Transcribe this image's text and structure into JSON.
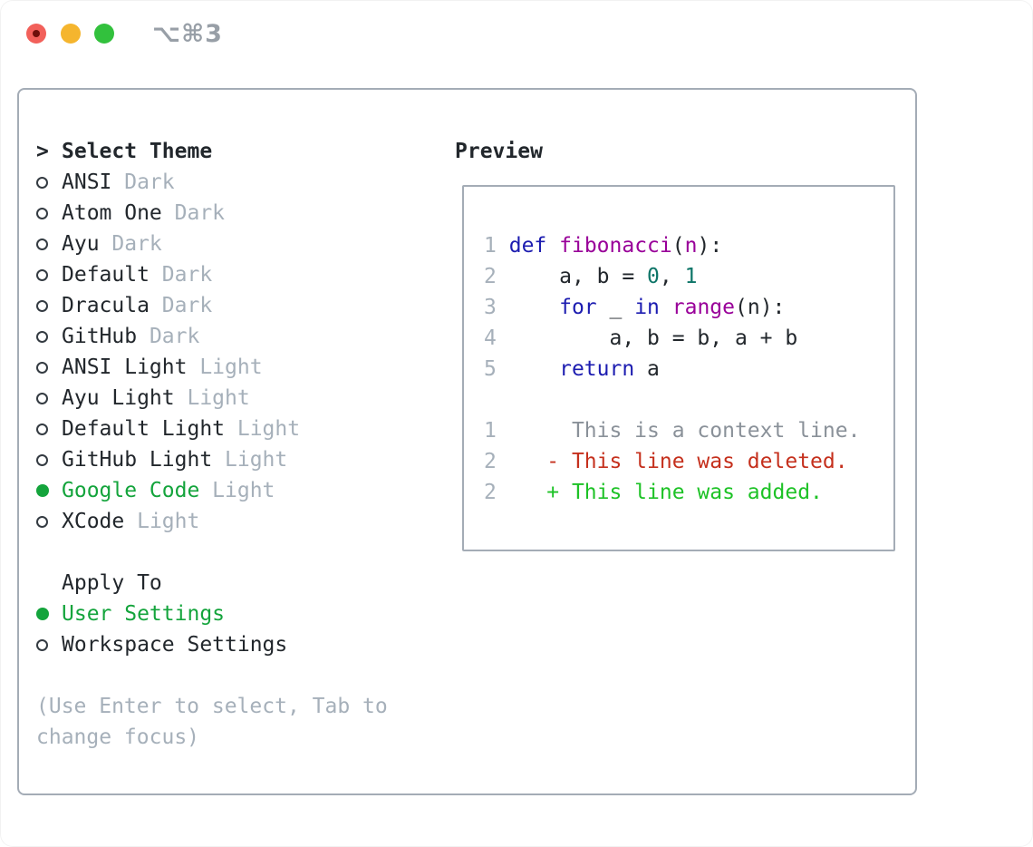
{
  "titlebar": {
    "title": "⌥⌘3",
    "buttons": [
      "close",
      "minimize",
      "zoom"
    ]
  },
  "theme_selector": {
    "header_marker": ">",
    "header": "Select Theme",
    "themes": [
      {
        "name": "ANSI",
        "variant": "Dark",
        "selected": false
      },
      {
        "name": "Atom One",
        "variant": "Dark",
        "selected": false
      },
      {
        "name": "Ayu",
        "variant": "Dark",
        "selected": false
      },
      {
        "name": "Default",
        "variant": "Dark",
        "selected": false
      },
      {
        "name": "Dracula",
        "variant": "Dark",
        "selected": false
      },
      {
        "name": "GitHub",
        "variant": "Dark",
        "selected": false
      },
      {
        "name": "ANSI Light",
        "variant": "Light",
        "selected": false
      },
      {
        "name": "Ayu Light",
        "variant": "Light",
        "selected": false
      },
      {
        "name": "Default Light",
        "variant": "Light",
        "selected": false
      },
      {
        "name": "GitHub Light",
        "variant": "Light",
        "selected": false
      },
      {
        "name": "Google Code",
        "variant": "Light",
        "selected": true
      },
      {
        "name": "XCode",
        "variant": "Light",
        "selected": false
      }
    ]
  },
  "apply_to": {
    "header": "Apply To",
    "options": [
      {
        "label": "User Settings",
        "selected": true
      },
      {
        "label": "Workspace Settings",
        "selected": false
      }
    ]
  },
  "help_lines": [
    "(Use Enter to select, Tab to",
    "change focus)"
  ],
  "preview": {
    "title": "Preview",
    "code_lines": [
      [
        {
          "c": "num",
          "t": "1"
        },
        {
          "c": "pln",
          "t": " "
        },
        {
          "c": "kw",
          "t": "def"
        },
        {
          "c": "pln",
          "t": " "
        },
        {
          "c": "fn",
          "t": "fibonacci"
        },
        {
          "c": "pln",
          "t": "("
        },
        {
          "c": "fn",
          "t": "n"
        },
        {
          "c": "pln",
          "t": "):"
        }
      ],
      [
        {
          "c": "num",
          "t": "2"
        },
        {
          "c": "pln",
          "t": "     a, b = "
        },
        {
          "c": "lit",
          "t": "0"
        },
        {
          "c": "pln",
          "t": ", "
        },
        {
          "c": "lit",
          "t": "1"
        }
      ],
      [
        {
          "c": "num",
          "t": "3"
        },
        {
          "c": "pln",
          "t": "     "
        },
        {
          "c": "kw",
          "t": "for"
        },
        {
          "c": "pln",
          "t": " _ "
        },
        {
          "c": "kw",
          "t": "in"
        },
        {
          "c": "pln",
          "t": " "
        },
        {
          "c": "fn",
          "t": "range"
        },
        {
          "c": "pln",
          "t": "(n):"
        }
      ],
      [
        {
          "c": "num",
          "t": "4"
        },
        {
          "c": "pln",
          "t": "         a, b = b, a + b"
        }
      ],
      [
        {
          "c": "num",
          "t": "5"
        },
        {
          "c": "pln",
          "t": "     "
        },
        {
          "c": "kw",
          "t": "return"
        },
        {
          "c": "pln",
          "t": " a"
        }
      ],
      [],
      [
        {
          "c": "num",
          "t": "1"
        },
        {
          "c": "ctx",
          "t": "      This is a context line."
        }
      ],
      [
        {
          "c": "num",
          "t": "2"
        },
        {
          "c": "pln",
          "t": "    "
        },
        {
          "c": "del",
          "t": "- This line was deleted."
        }
      ],
      [
        {
          "c": "num",
          "t": "2"
        },
        {
          "c": "pln",
          "t": "    "
        },
        {
          "c": "add",
          "t": "+ This line was added."
        }
      ]
    ]
  },
  "colors": {
    "text": "#22272c",
    "muted": "#a6b0ba",
    "accent_green": "#14a43c",
    "syntax_plain": "#22272c",
    "syntax_keyword": "#1c1cb0",
    "syntax_function": "#990099",
    "syntax_literal": "#0e7568",
    "line_number": "#a6b0ba",
    "diff_context": "#8a9199",
    "diff_deleted": "#c5301d",
    "diff_added": "#1dc226",
    "border": "#a4acb6",
    "titlebar_text": "#989fa7",
    "traffic_red": "#f2605a",
    "traffic_yellow": "#f5b52e",
    "traffic_green": "#32c13d"
  }
}
